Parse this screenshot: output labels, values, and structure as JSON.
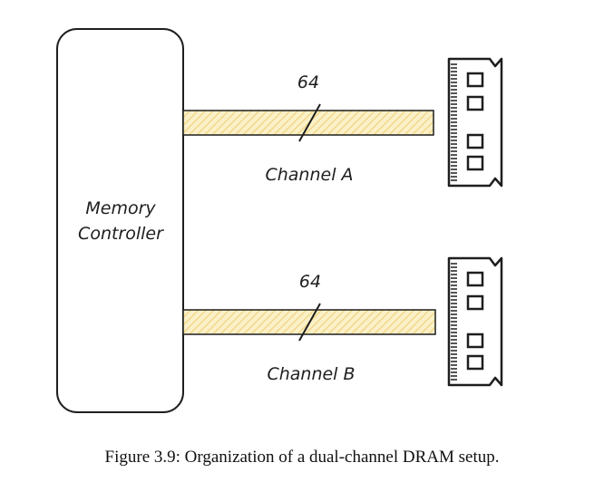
{
  "controller": {
    "line1": "Memory",
    "line2": "Controller"
  },
  "channels": [
    {
      "width_label": "64",
      "label": "Channel A"
    },
    {
      "width_label": "64",
      "label": "Channel B"
    }
  ],
  "caption": "Figure 3.9: Organization of a dual-channel DRAM setup.",
  "colors": {
    "stroke": "#1e1e1e",
    "bus_fill": "#fbf0c8",
    "bus_hatch": "#f0d98a"
  },
  "icons": {
    "dimm": "memory-module-icon"
  }
}
